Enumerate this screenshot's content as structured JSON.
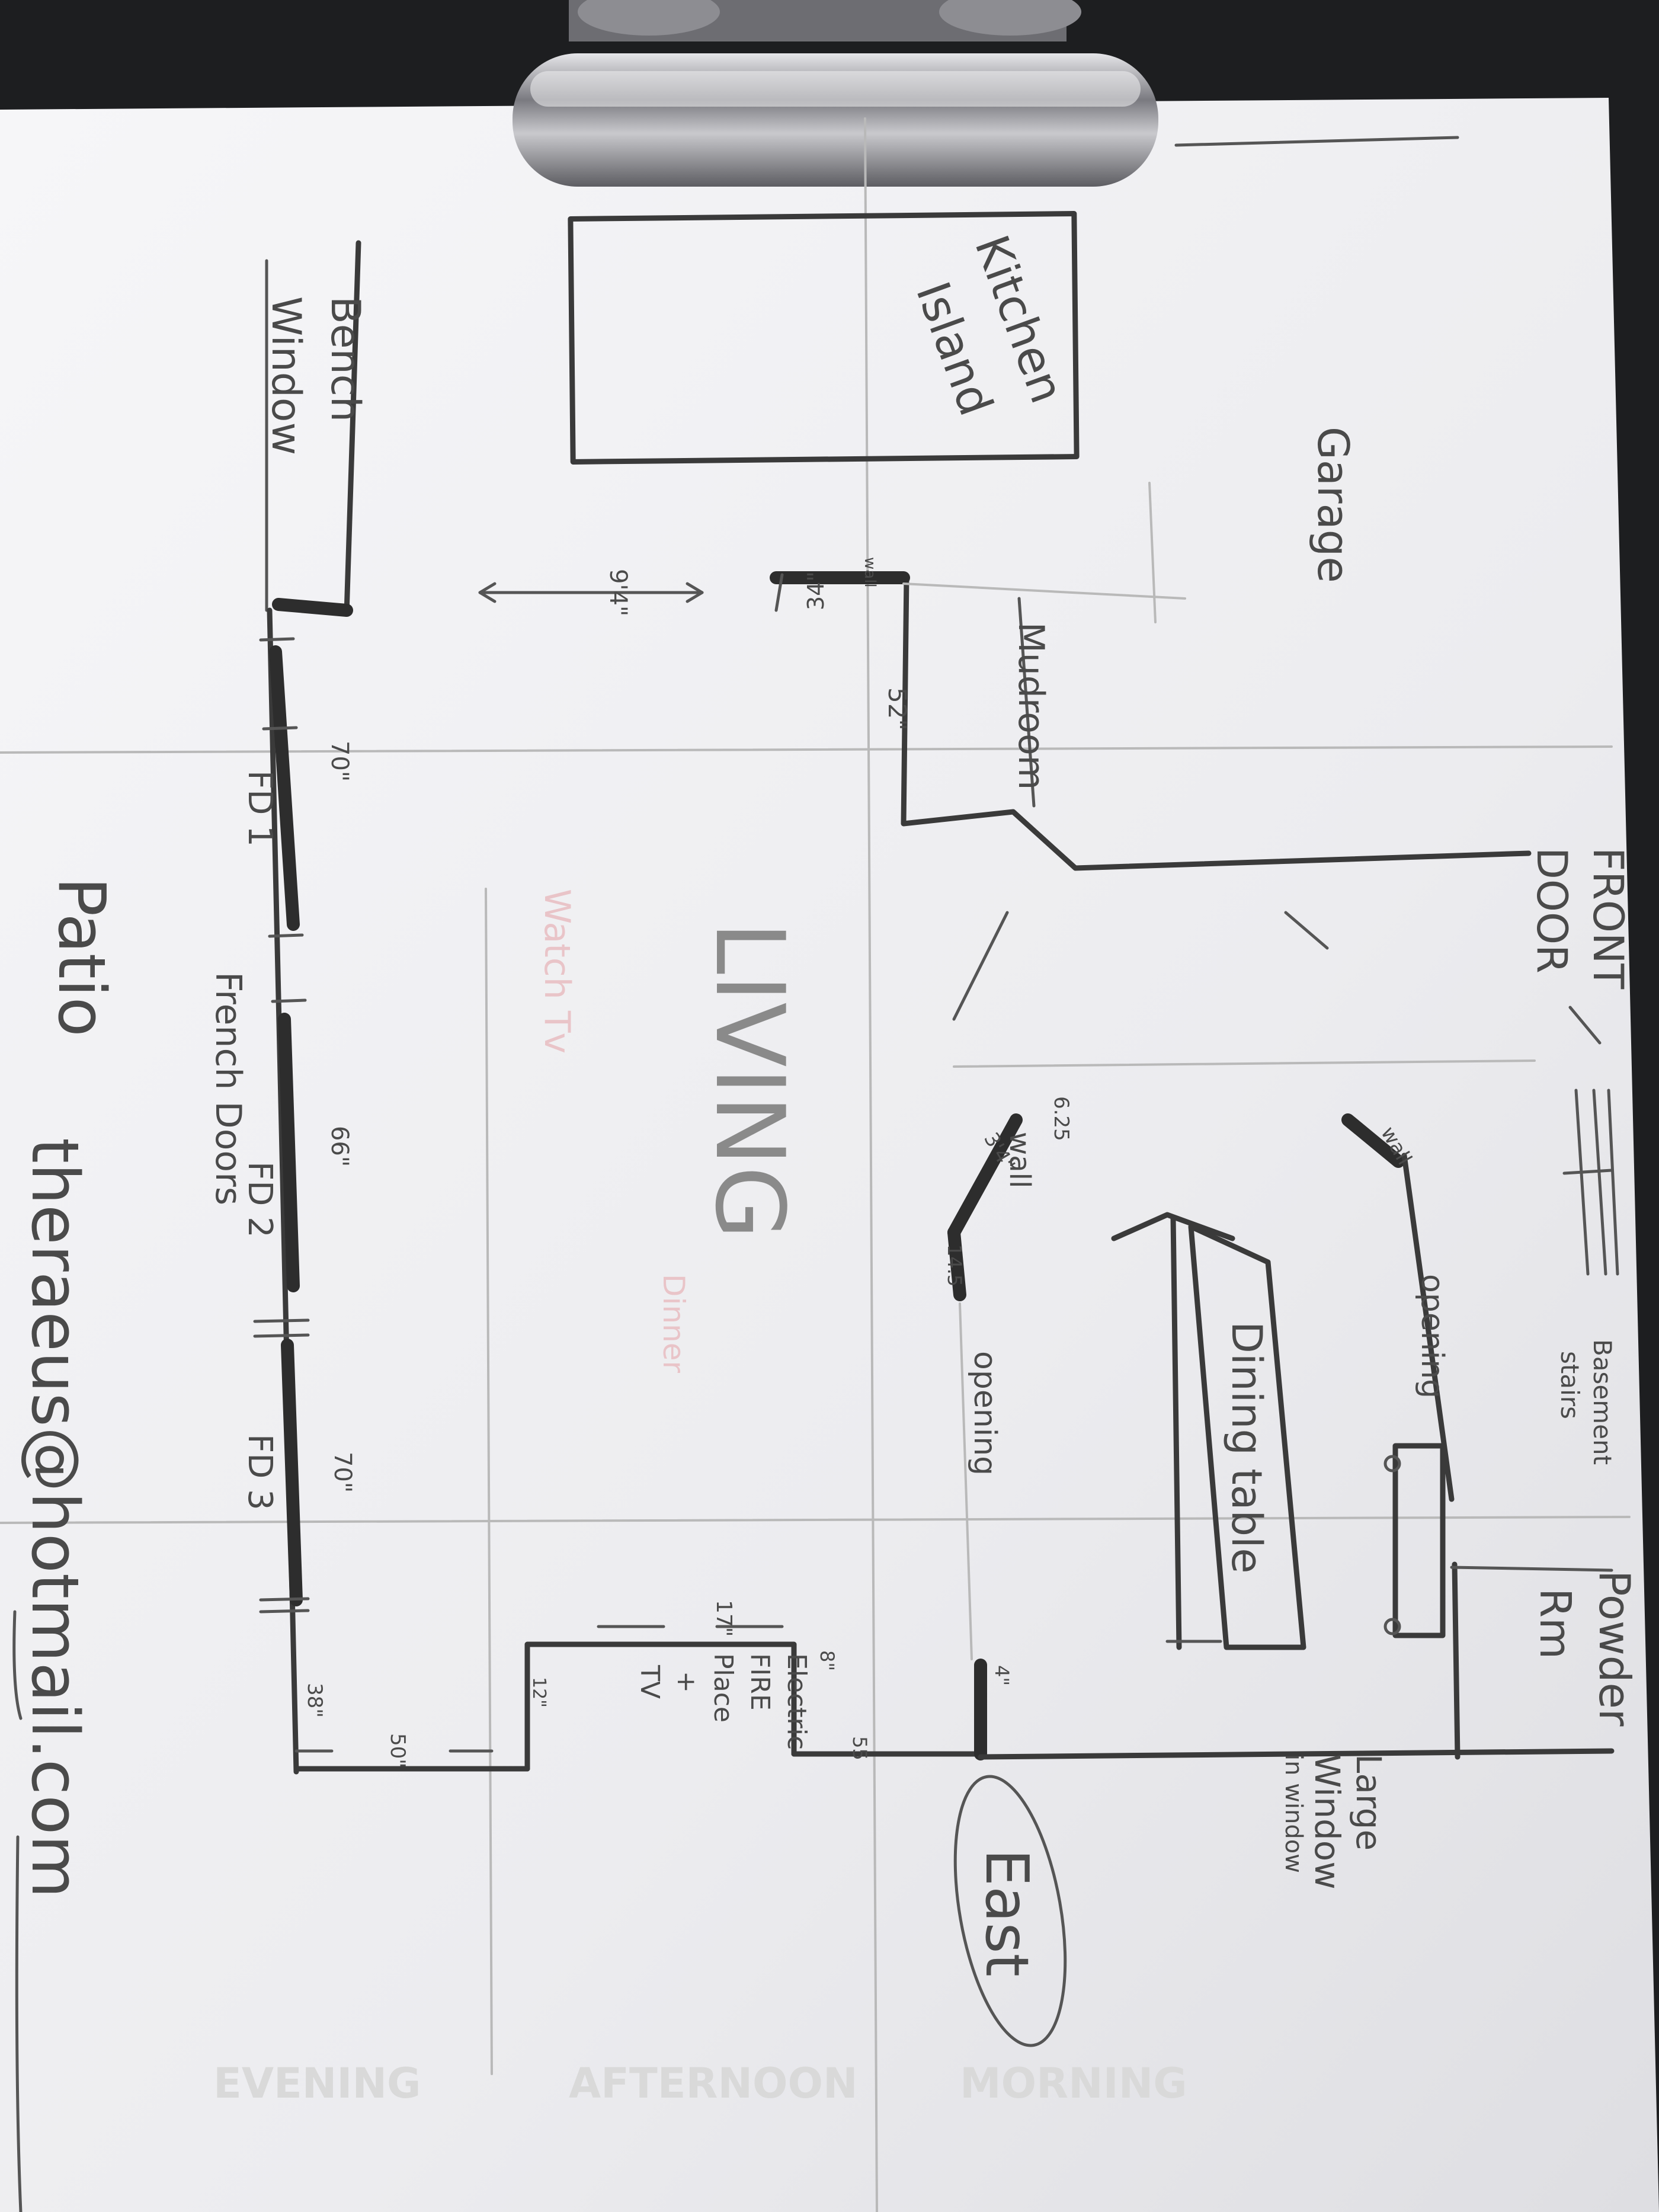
{
  "plan": {
    "garage": "Garage",
    "kitchen_island": [
      "Kitchen",
      "Island"
    ],
    "bench_window": [
      "Bench",
      "Window"
    ],
    "mudroom": "Mudroom",
    "front_door": [
      "FRONT",
      "DOOR"
    ],
    "living": "LIVING",
    "dining_table": "Dining table",
    "powder_room": [
      "Powder",
      "Rm"
    ],
    "basement_stairs": [
      "Basement",
      "stairs"
    ],
    "large_window": [
      "Large",
      "Window",
      "in window"
    ],
    "fireplace": [
      "Electric",
      "FIRE",
      "Place",
      "+",
      "TV"
    ],
    "opening_top": "opening",
    "opening_mid": "opening",
    "wall_top": "wall",
    "wall_mid": "wall",
    "french_doors": "French Doors",
    "fd1": "FD 1",
    "fd2": "FD 2",
    "fd3": "FD 3",
    "patio": "Patio",
    "email": "theraeus@hotmail.com",
    "east": "East"
  },
  "dims": {
    "d_9_4": "9'4\"",
    "d_34": "34\"",
    "d_wall_small": "wall",
    "d_52": "52\"",
    "d_70_a": "70\"",
    "d_66": "66\"",
    "d_70_b": "70\"",
    "d_6_25": "6.25",
    "d_3_4": "3'4\"",
    "d_14_5": "14.5",
    "d_4": "4\"",
    "d_8": "8\"",
    "d_55": "55",
    "d_17": "17\"",
    "d_12": "12\"",
    "d_50": "50\"",
    "d_38": "38\""
  },
  "colors": {
    "background": "#1d1e20",
    "paper": "#f2f2f4",
    "pencil": "#3a3a3a",
    "clip": "#9a9a9e"
  }
}
